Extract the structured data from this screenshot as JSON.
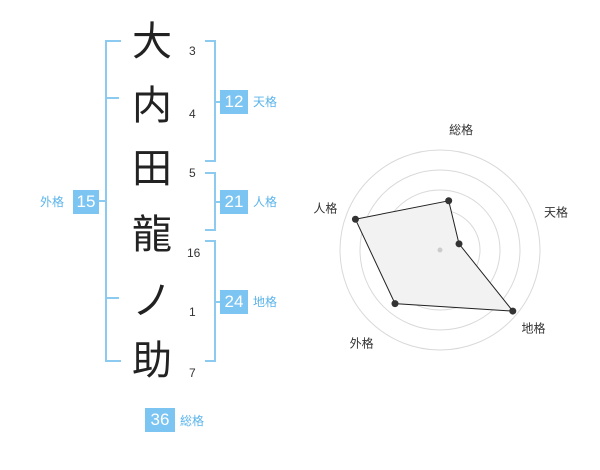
{
  "name_chars": [
    {
      "char": "大",
      "strokes": "3"
    },
    {
      "char": "内",
      "strokes": "4"
    },
    {
      "char": "田",
      "strokes": "5"
    },
    {
      "char": "龍",
      "strokes": "16"
    },
    {
      "char": "ノ",
      "strokes": "1"
    },
    {
      "char": "助",
      "strokes": "7"
    }
  ],
  "fortunes": {
    "tenkaku": {
      "value": "12",
      "label": "天格"
    },
    "jinkaku": {
      "value": "21",
      "label": "人格"
    },
    "chikaku": {
      "value": "24",
      "label": "地格"
    },
    "gaikaku": {
      "value": "15",
      "label": "外格"
    },
    "soukaku": {
      "value": "36",
      "label": "総格"
    }
  },
  "colors": {
    "accent": "#7cc5f2",
    "bracket": "#8ccaf0",
    "text": "#222222"
  },
  "chart_data": {
    "type": "radar",
    "axes": [
      "総格",
      "天格",
      "地格",
      "外格",
      "人格"
    ],
    "values": [
      0.5,
      0.2,
      0.95,
      0.7,
      0.9
    ],
    "max": 1
  }
}
